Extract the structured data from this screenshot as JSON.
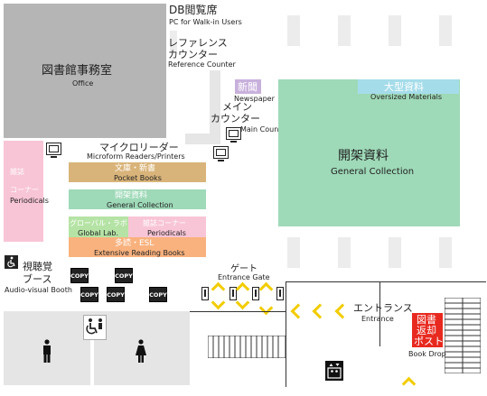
{
  "title": {
    "jp": "DB閲覧席",
    "en": "PC for Walk-in Users"
  },
  "reference": {
    "jp_line1": "レファレンス",
    "jp_line2": "カウンター",
    "en": "Reference Counter"
  },
  "office": {
    "jp": "図書館事務室",
    "en": "Office"
  },
  "newspaper": {
    "jp": "新聞",
    "en": "Newspaper"
  },
  "oversized": {
    "jp": "大型資料",
    "en": "Oversized Materials"
  },
  "main_counter": {
    "jp_line1": "メイン",
    "jp_line2": "カウンター",
    "en": "Main Counter"
  },
  "general_large": {
    "jp": "開架資料",
    "en": "General Collection"
  },
  "periodicals_left": {
    "jp_line1": "雑誌",
    "jp_line2": "コーナー",
    "en": "Periodicals"
  },
  "microform": {
    "jp": "マイクロリーダー",
    "en": "Microform Readers/Printers"
  },
  "pocket_books": {
    "jp": "文庫・新書",
    "en": "Pocket Books"
  },
  "general_small": {
    "jp": "開架資料",
    "en": "General Collection"
  },
  "global_lab": {
    "jp": "グローバル・ラボ",
    "en": "Global Lab."
  },
  "periodicals_small": {
    "jp": "雑誌コーナー",
    "en": "Periodicals"
  },
  "extensive": {
    "jp": "多読・ESL",
    "en": "Extensive Reading Books"
  },
  "av_booth": {
    "jp_line1": "視聴覚",
    "jp_line2": "ブース",
    "en": "Audio-visual Booth"
  },
  "gate": {
    "jp": "ゲート",
    "en": "Entrance Gate"
  },
  "entrance": {
    "jp": "エントランス",
    "en": "Entrance"
  },
  "book_drop": {
    "jp_line1": "図書",
    "jp_line2": "返却",
    "jp_line3": "ポスト",
    "en": "Book Drop"
  },
  "copy_label": "COPY",
  "icons": [
    "pc-icon",
    "wheelchair-icon",
    "man-icon",
    "woman-icon",
    "elevator-icon",
    "copy-machine-icon",
    "entrance-arrow-icon"
  ],
  "colors": {
    "office": "#b5b5b5",
    "general": "#9ed9b8",
    "periodicals": "#f8c5d6",
    "pocket_books": "#d9b47a",
    "extensive": "#f9b27e",
    "global_lab": "#b5e3a5",
    "newspaper": "#c8b0dc",
    "oversized": "#a5dcea",
    "book_drop": "#e8291f",
    "restroom": "#e5e5e5",
    "arrow": "#f2cc00"
  }
}
